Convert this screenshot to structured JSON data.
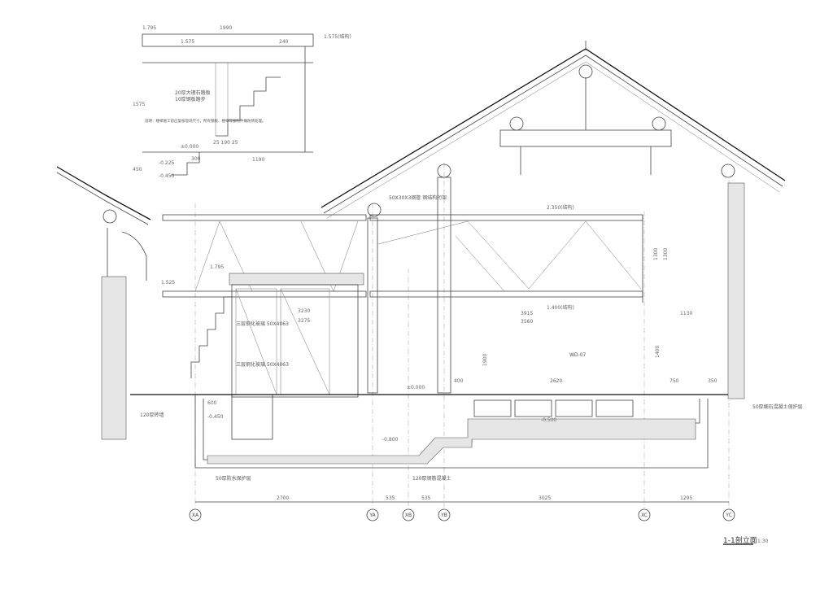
{
  "title": {
    "name": "1-1剖立面",
    "scale": "1:30"
  },
  "axes": [
    "XA",
    "YA",
    "XB",
    "YB",
    "XC",
    "YC"
  ],
  "axis_dimensions": [
    "2700",
    "535",
    "535",
    "3025",
    "1295"
  ],
  "elevations": {
    "roof_beam": "2.350(结构)",
    "truss_bottom": "1.400(结构)",
    "floor": "±0.000",
    "floor_2": "±0.000",
    "step": "-0.225",
    "outside": "-0.450",
    "pool": "-0.500",
    "pool_low": "-0.800",
    "top_left": "1.795",
    "top_mid": "1.575",
    "top_right": "1.575(结构)",
    "mid_left": "1.525",
    "mid_box": "1.795"
  },
  "dimensions": {
    "detail_width": "1990",
    "detail_240": "240",
    "detail_1190": "1190",
    "detail_300": "300",
    "detail_h": "1575",
    "detail_450": "450",
    "step_label": "25 190 25",
    "truss_h1": "1300",
    "truss_h2": "1300",
    "span_3915": "3915",
    "span_3560": "3560",
    "d_1130": "1130",
    "d_2620": "2620",
    "d_400": "400",
    "d_750": "750",
    "d_350": "350",
    "d_1900": "1900",
    "d_1400": "1400",
    "d_600": "600",
    "d_3230": "3230",
    "d_3275": "3275"
  },
  "notes": {
    "detail_a": "20厚大理石踏板",
    "detail_b": "10厚钢板踏步",
    "detail_note": "说明：楼梯施工前应复核现场尺寸，所有钢板、楼梯等钢构件做防锈处理。",
    "truss_note": "50X30X3钢管 钢结构桁架",
    "glass_1": "三层钢化玻璃 50X4063",
    "glass_2": "三层钢化玻璃 50X4063",
    "wall_note": "120厚砖墙",
    "pool_note": "50厚防水保护层",
    "right_note": "50厚细石混凝土保护层",
    "mid_note": "WD-07",
    "bottom_note": "120厚钢筋混凝土"
  }
}
